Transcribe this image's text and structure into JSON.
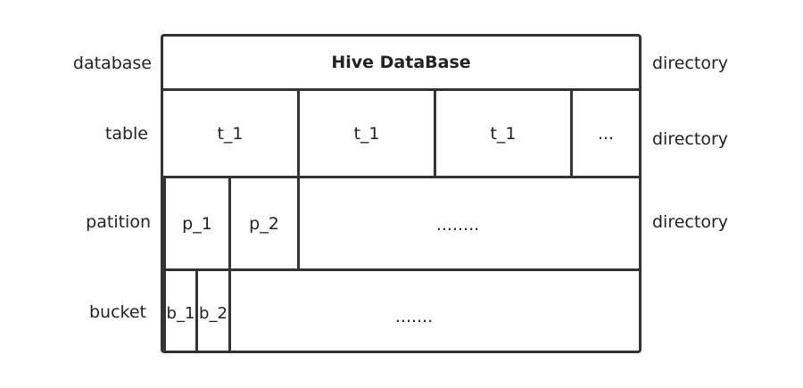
{
  "left_labels": {
    "database": "database",
    "table": "table",
    "partition": "patition",
    "bucket": "bucket"
  },
  "right_labels": {
    "database": "directory",
    "table": "directory",
    "partition": "directory"
  },
  "database": {
    "title": "Hive DataBase"
  },
  "tables": [
    "t_1",
    "t_1",
    "t_1",
    "..."
  ],
  "partitions": [
    "p_1",
    "p_2",
    "........"
  ],
  "buckets": [
    "b_1",
    "b_2",
    "......."
  ],
  "colors": {
    "line": "#333333",
    "text": "#222222",
    "background": "#ffffff"
  }
}
